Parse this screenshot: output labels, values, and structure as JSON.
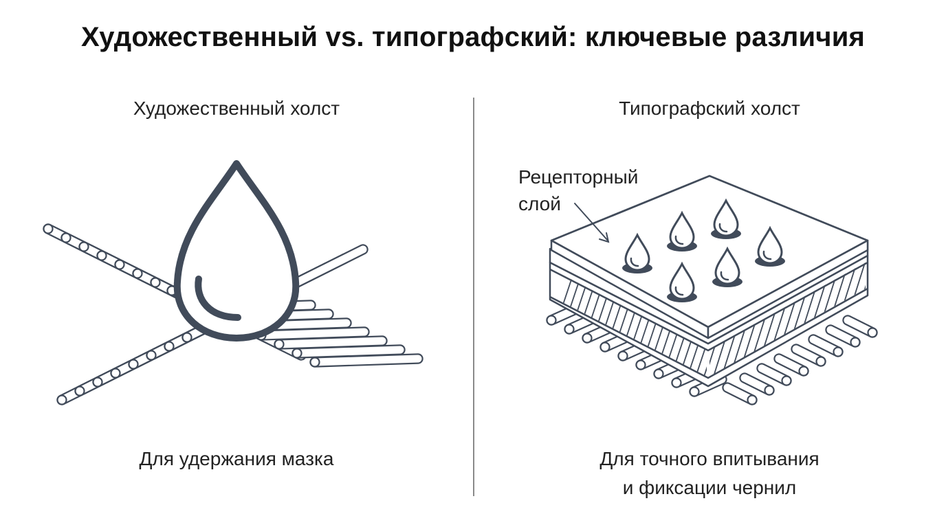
{
  "title": "Художественный vs. типографский: ключевые различия",
  "left_panel": {
    "heading": "Художественный холст",
    "caption": "Для удержания мазка",
    "icon": "water-drop-on-woven-canvas-icon"
  },
  "right_panel": {
    "heading": "Типографский холст",
    "annotation": {
      "line1": "Рецепторный",
      "line2": "слой"
    },
    "caption": {
      "line1": "Для точного впитывания",
      "line2": "и фиксации чернил"
    },
    "icon": "coated-layered-canvas-icon"
  },
  "colors": {
    "stroke": "#414b5a",
    "text": "#222222",
    "title": "#111111",
    "divider": "#8a8a8a"
  }
}
